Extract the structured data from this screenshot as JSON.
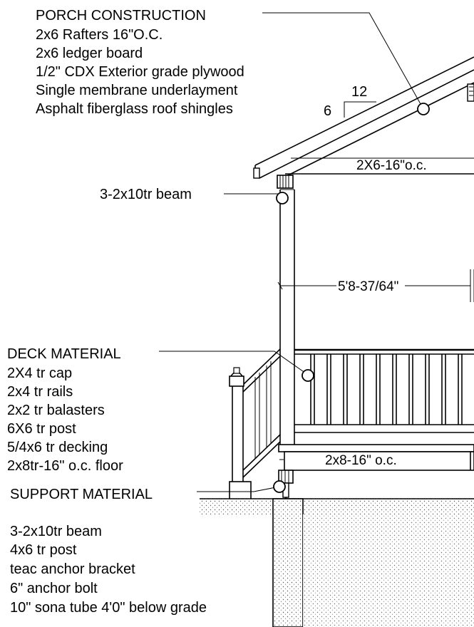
{
  "porch": {
    "heading": "PORCH CONSTRUCTION",
    "items": [
      "2x6 Rafters 16\"O.C.",
      "2x6 ledger board",
      "1/2\" CDX Exterior grade plywood",
      "Single membrane underlayment",
      "Asphalt fiberglass roof shingles"
    ]
  },
  "pitch": {
    "rise": "6",
    "run": "12"
  },
  "beam_label": "3-2x10tr beam",
  "rafter_dim": "2X6-16\"o.c.",
  "height_dim": "5'8-37/64\"",
  "deck": {
    "heading": "DECK MATERIAL",
    "items": [
      "2X4 tr cap",
      "2x4 tr rails",
      "2x2 tr balasters",
      "6X6 tr post",
      "5/4x6 tr decking",
      "2x8tr-16\" o.c. floor"
    ]
  },
  "joist_dim": "2x8-16\" o.c.",
  "support": {
    "heading": "SUPPORT MATERIAL",
    "items": [
      "3-2x10tr beam",
      "4x6 tr post",
      "teac anchor bracket",
      "6\" anchor bolt",
      "10\" sona tube 4'0\" below grade"
    ]
  }
}
